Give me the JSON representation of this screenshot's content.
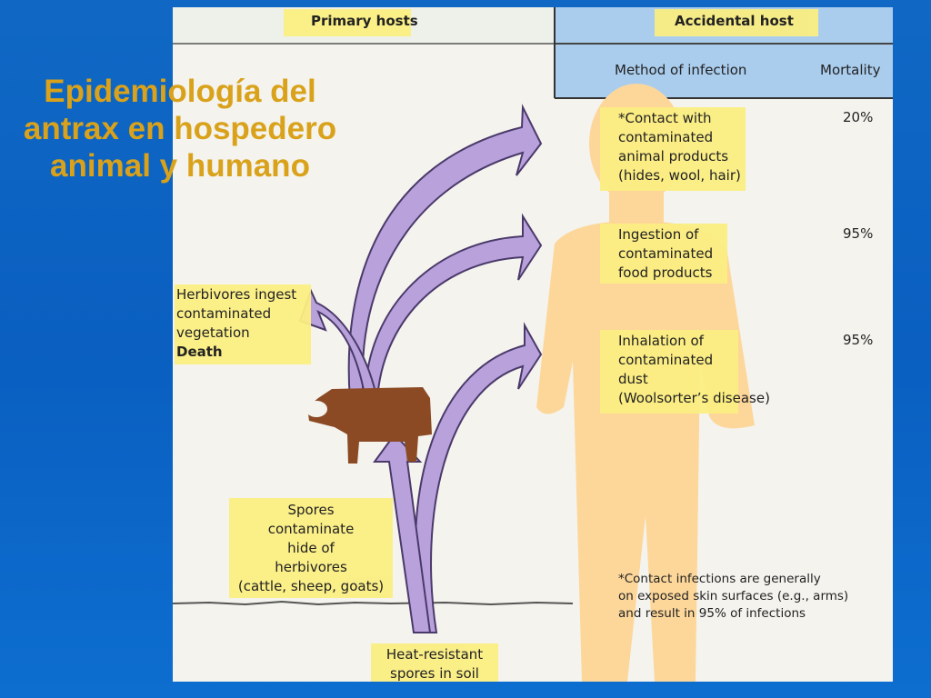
{
  "slide": {
    "title": "Epidemiología del antrax en hospedero animal y humano"
  },
  "diagram": {
    "primary_hosts_label": "Primary hosts",
    "accidental_host_label": "Accidental host",
    "method_header": "Method of infection",
    "mortality_header": "Mortality",
    "herbivores": {
      "line1": "Herbivores ingest",
      "line2": "contaminated",
      "line3": "vegetation",
      "line4": "Death"
    },
    "spores_hide": {
      "line1": "Spores",
      "line2": "contaminate",
      "line3": "hide of",
      "line4": "herbivores",
      "line5": "(cattle, sheep, goats)"
    },
    "soil": {
      "line1": "Heat-resistant",
      "line2": "spores in soil"
    },
    "methods": [
      {
        "lines": [
          "*Contact with",
          "contaminated",
          "animal products",
          "(hides, wool, hair)"
        ],
        "mortality": "20%"
      },
      {
        "lines": [
          "Ingestion of",
          "contaminated",
          "food products"
        ],
        "mortality": "95%"
      },
      {
        "lines": [
          "Inhalation of",
          "contaminated",
          "dust",
          "(Woolsorter’s disease)"
        ],
        "mortality": "95%"
      }
    ],
    "footnote": {
      "line1": "*Contact infections are generally",
      "line2": "on exposed skin surfaces (e.g., arms)",
      "line3": "and result in 95% of infections"
    },
    "colors": {
      "arrow": "#b9a2dc",
      "highlight": "#fbee82",
      "human": "#fdd79a",
      "header_blue": "#aacdee",
      "cow": "#8b4a24"
    }
  }
}
